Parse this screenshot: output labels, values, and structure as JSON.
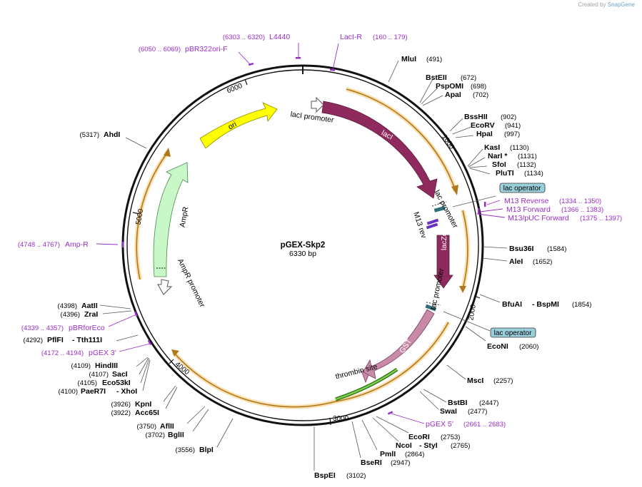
{
  "credit": {
    "prefix": "Created by",
    "brand": "SnapGene"
  },
  "plasmid": {
    "name": "pGEX-Skp2",
    "size": "6330 bp"
  },
  "ticks": [
    "1000",
    "2000",
    "3000",
    "4000",
    "5000",
    "6000"
  ],
  "features": {
    "ori": "ori",
    "lacI": "lacI",
    "lacI_promoter": "lacI promoter",
    "lac_promoter": "lac promoter",
    "m13rev": "M13 rev",
    "lacZa": "lacZα",
    "tac_promoter": "tac promoter",
    "gst": "GST",
    "thrombin": "thrombin site",
    "ampR": "AmpR",
    "ampR_promoter": "AmpR promoter"
  },
  "operators": [
    "lac operator",
    "lac operator"
  ],
  "primers": [
    {
      "name": "L4440",
      "pos": "(6303 .. 6320)"
    },
    {
      "name": "LacI-R",
      "pos": "(160 .. 179)"
    },
    {
      "name": "pBR322ori-F",
      "pos": "(6050 .. 6069)"
    },
    {
      "name": "M13 Reverse",
      "pos": "(1334 .. 1350)"
    },
    {
      "name": "M13 Forward",
      "pos": "(1366 .. 1383)"
    },
    {
      "name": "M13/pUC Forward",
      "pos": "(1375 .. 1397)"
    },
    {
      "name": "Amp-R",
      "pos": "(4748 .. 4767)"
    },
    {
      "name": "pBRforEco",
      "pos": "(4339 .. 4357)"
    },
    {
      "name": "pGEX 3'",
      "pos": "(4172 .. 4194)"
    },
    {
      "name": "pGEX 5'",
      "pos": "(2661 .. 2683)"
    }
  ],
  "enzymes": [
    {
      "name": "MluI",
      "pos": "(491)"
    },
    {
      "name": "BstEII",
      "pos": "(672)"
    },
    {
      "name": "PspOMI",
      "pos": "(698)"
    },
    {
      "name": "ApaI",
      "pos": "(702)"
    },
    {
      "name": "BssHII",
      "pos": "(902)"
    },
    {
      "name": "EcoRV",
      "pos": "(941)"
    },
    {
      "name": "HpaI",
      "pos": "(997)"
    },
    {
      "name": "KasI",
      "pos": "(1130)"
    },
    {
      "name": "NarI *",
      "pos": "(1131)"
    },
    {
      "name": "SfoI",
      "pos": "(1132)"
    },
    {
      "name": "PluTI",
      "pos": "(1134)"
    },
    {
      "name": "Bsu36I",
      "pos": "(1584)"
    },
    {
      "name": "AleI",
      "pos": "(1652)"
    },
    {
      "name": "BfuAI",
      "name2": "- BspMI",
      "pos": "(1854)"
    },
    {
      "name": "EcoNI",
      "pos": "(2060)"
    },
    {
      "name": "MscI",
      "pos": "(2257)"
    },
    {
      "name": "BstBI",
      "pos": "(2447)"
    },
    {
      "name": "SwaI",
      "pos": "(2477)"
    },
    {
      "name": "EcoRI",
      "pos": "(2753)"
    },
    {
      "name": "NcoI",
      "name2": "- StyI",
      "pos": "(2765)"
    },
    {
      "name": "PmlI",
      "pos": "(2864)"
    },
    {
      "name": "BseRI",
      "pos": "(2947)"
    },
    {
      "name": "BspEI",
      "pos": "(3102)"
    },
    {
      "name": "BlpI",
      "pos": "(3556)"
    },
    {
      "name": "BglII",
      "pos": "(3702)"
    },
    {
      "name": "AflII",
      "pos": "(3750)"
    },
    {
      "name": "Acc65I",
      "pos": "(3922)"
    },
    {
      "name": "KpnI",
      "pos": "(3926)"
    },
    {
      "name": "PaeR7I",
      "name2": "- XhoI",
      "pos": "(4100)"
    },
    {
      "name": "Eco53kI",
      "pos": "(4105)"
    },
    {
      "name": "SacI",
      "pos": "(4107)"
    },
    {
      "name": "HindIII",
      "pos": "(4109)"
    },
    {
      "name": "PflFI",
      "name2": "- Tth111I",
      "pos": "(4292)"
    },
    {
      "name": "ZraI",
      "pos": "(4396)"
    },
    {
      "name": "AatII",
      "pos": "(4398)"
    },
    {
      "name": "AhdI",
      "pos": "(5317)"
    }
  ],
  "colors": {
    "backbone": "#111111",
    "lacI": "#8e2a5e",
    "gst": "#c98aa8",
    "ori": "#ffff00",
    "ampR": "#c8f7c8",
    "orf": "#f2b64a",
    "primer": "#9a2ec8",
    "operator": "#9ad0dc",
    "thrombin": "#5aa02a"
  }
}
